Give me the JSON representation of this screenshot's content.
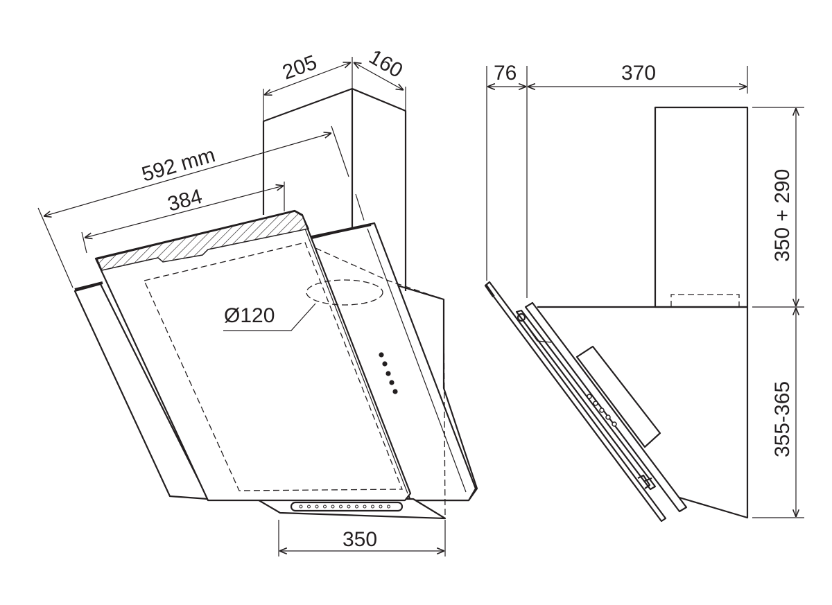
{
  "drawing": {
    "front_view": {
      "chimney_width": "205",
      "chimney_depth": "160",
      "overall_width": "592 mm",
      "glass_width": "384",
      "outlet_diameter": "Ø120",
      "base_width": "350"
    },
    "side_view": {
      "glass_offset": "76",
      "depth": "370",
      "chimney_height": "350 + 290",
      "hood_height": "355-365"
    },
    "colors": {
      "line": "#231f20",
      "background": "#ffffff"
    }
  }
}
